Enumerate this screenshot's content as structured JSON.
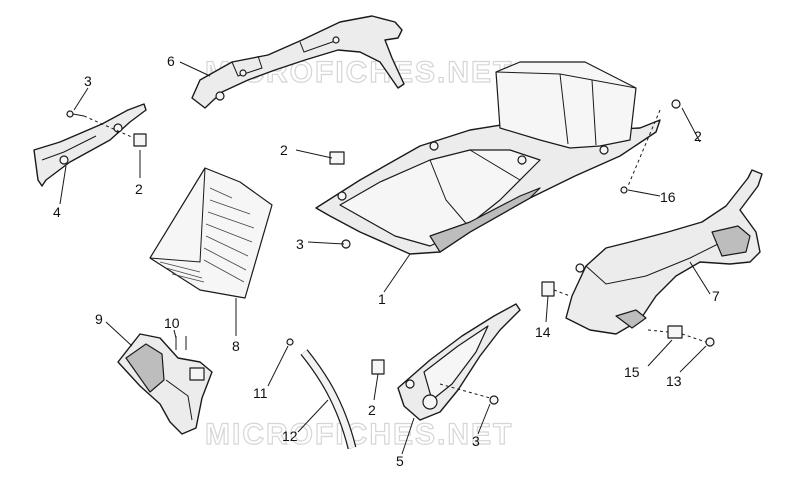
{
  "watermark": "MICROFICHES.NET",
  "callouts": {
    "c1": "1",
    "c2a": "2",
    "c2b": "2",
    "c2c": "2",
    "c2d": "2",
    "c3a": "3",
    "c3b": "3",
    "c3c": "3",
    "c4": "4",
    "c5": "5",
    "c6": "6",
    "c7": "7",
    "c8": "8",
    "c9": "9",
    "c10": "10",
    "c11": "11",
    "c12": "12",
    "c13": "13",
    "c14": "14",
    "c15": "15",
    "c16": "16"
  }
}
